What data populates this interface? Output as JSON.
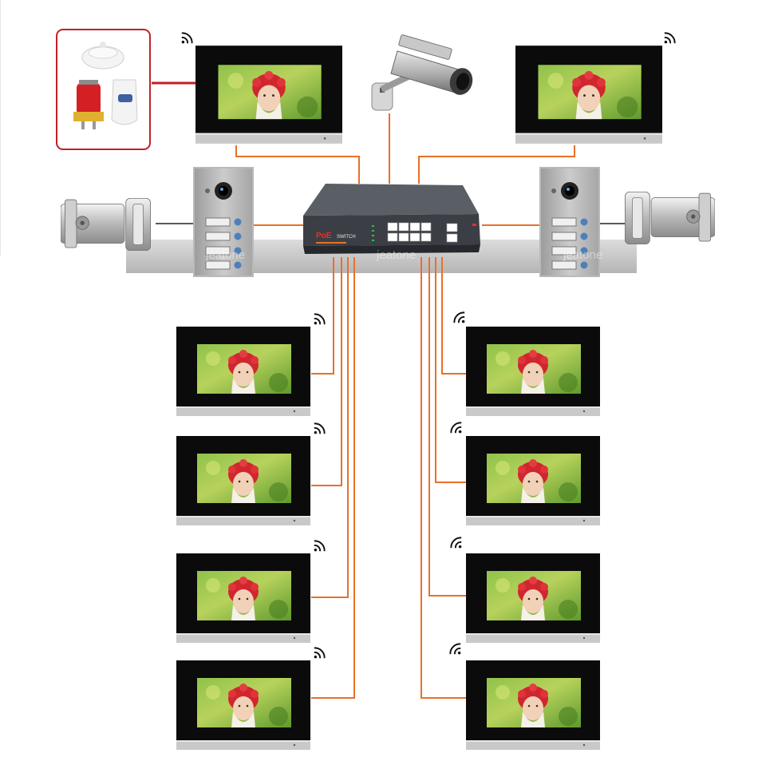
{
  "switch": {
    "brand": "PoE",
    "label": "SWITCH"
  },
  "watermark": "jeatone",
  "colors": {
    "wire": "#e8702a",
    "alarm_frame": "#c0202a",
    "band": "#c8c8c8",
    "monitor_bezel": "#0b0b0b",
    "monitor_base": "#c9c9c9"
  },
  "icons": [
    "wifi-icon",
    "smoke-detector-icon",
    "alarm-siren-icon",
    "motion-sensor-icon",
    "cctv-camera-icon",
    "electric-lock-icon",
    "doorbell-camera-icon",
    "poe-switch-icon"
  ]
}
